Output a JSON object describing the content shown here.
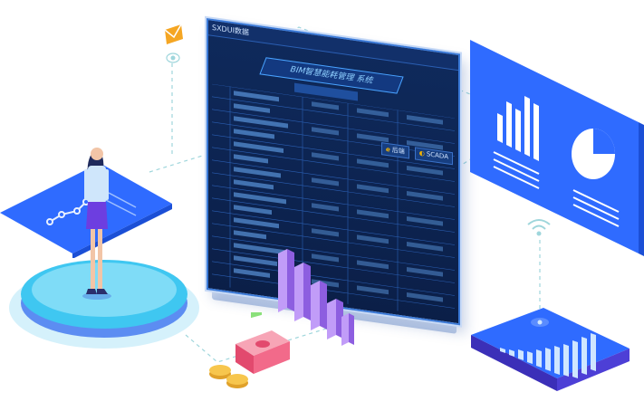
{
  "monitor": {
    "window_title": "SXDUI数据",
    "banner": "BIM智慧能耗管理 系统",
    "subtitle": "",
    "chip_e_label": "后端",
    "chip_d_label": "SCADA"
  },
  "colors": {
    "accent_blue": "#2f6bff",
    "screen_dark": "#0b1f48",
    "platform_cyan": "#39c6f0",
    "bar_purple": "#a97cf2",
    "money_pink": "#f26a8a",
    "coin_gold": "#f3b63a"
  },
  "icons": [
    "envelope-icon",
    "location-pin-icon",
    "bar-chart-icon",
    "pie-chart-icon",
    "wifi-icon",
    "money-stack-icon",
    "coin-stack-icon",
    "line-graph-icon"
  ]
}
